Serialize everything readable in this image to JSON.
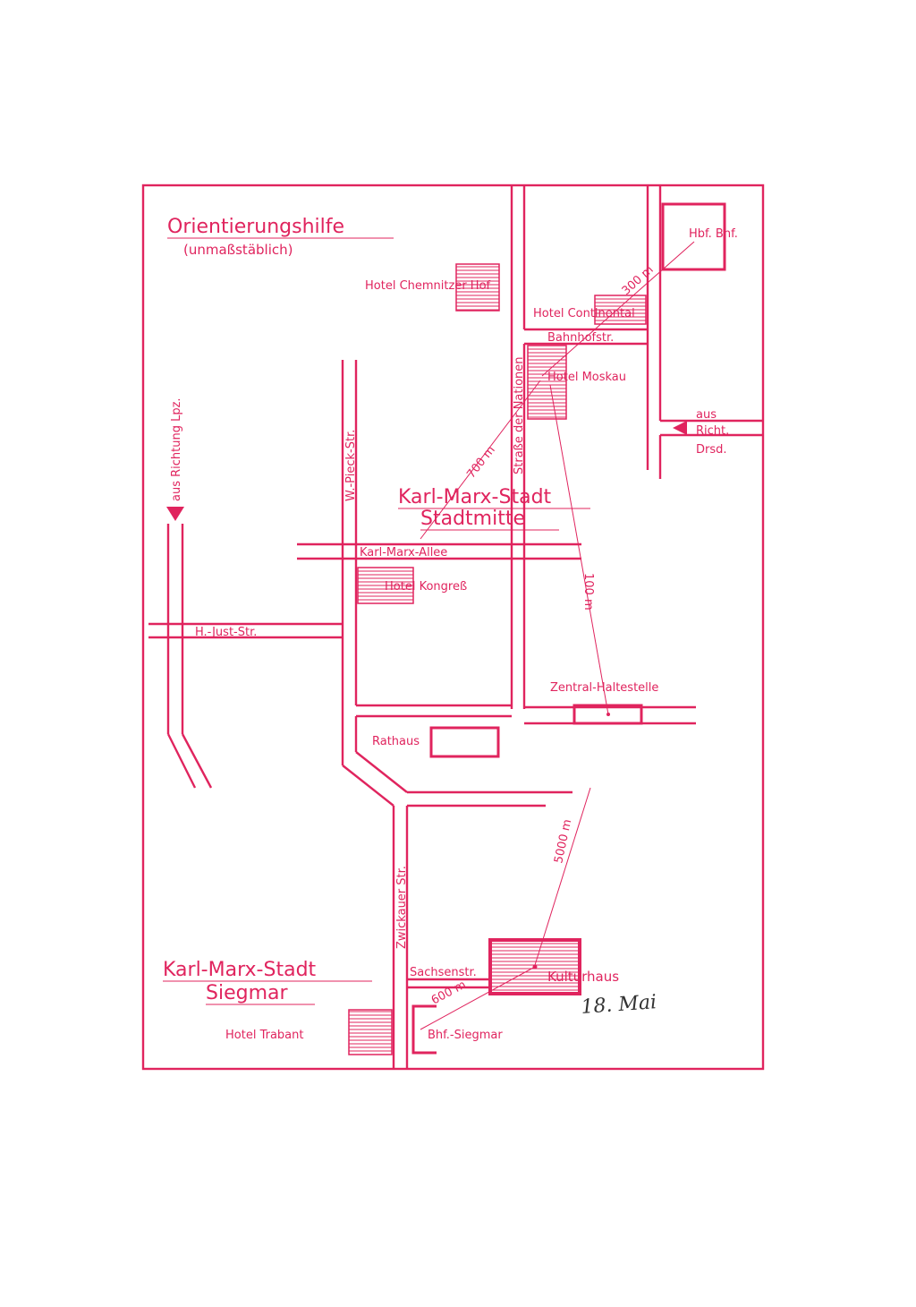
{
  "title": "Orientierungshilfe",
  "subtitle": "(unmaßstäblich)",
  "areas": {
    "center": [
      "Karl-Marx-Stadt",
      "Stadtmitte"
    ],
    "siegmar": [
      "Karl-Marx-Stadt",
      "Siegmar"
    ]
  },
  "streets": {
    "nationen": "Straße der Nationen",
    "pieck": "W.-Pieck-Str.",
    "allee": "Karl-Marx-Allee",
    "just": "H.-Just-Str.",
    "bahnhof": "Bahnhofstr.",
    "zwickauer": "Zwickauer Str.",
    "sachsen": "Sachsenstr."
  },
  "places": {
    "hbf": "Hbf. Bhf.",
    "chemnitzer_hof": "Hotel Chemnitzer Hof",
    "continental": "Hotel Continental",
    "moskau": "Hotel Moskau",
    "kongress": "Hotel Kongreß",
    "zentral": "Zentral-Haltestelle",
    "rathaus": "Rathaus",
    "kulturhaus": "Kulturhaus",
    "trabant": "Hotel Trabant",
    "bhf_siegmar": "Bhf.-Siegmar"
  },
  "directions": {
    "leipzig": "aus Richtung Lpz.",
    "dresden": [
      "aus",
      "Richt.",
      "Drsd."
    ]
  },
  "distances": {
    "d300": "300 m",
    "d700": "700 m",
    "d100": "100 m",
    "d5000": "5000 m",
    "d600": "600 m"
  },
  "handwritten_note": "18. Mai",
  "colors": {
    "ink": "#e0245e",
    "note_ink": "#333333"
  }
}
